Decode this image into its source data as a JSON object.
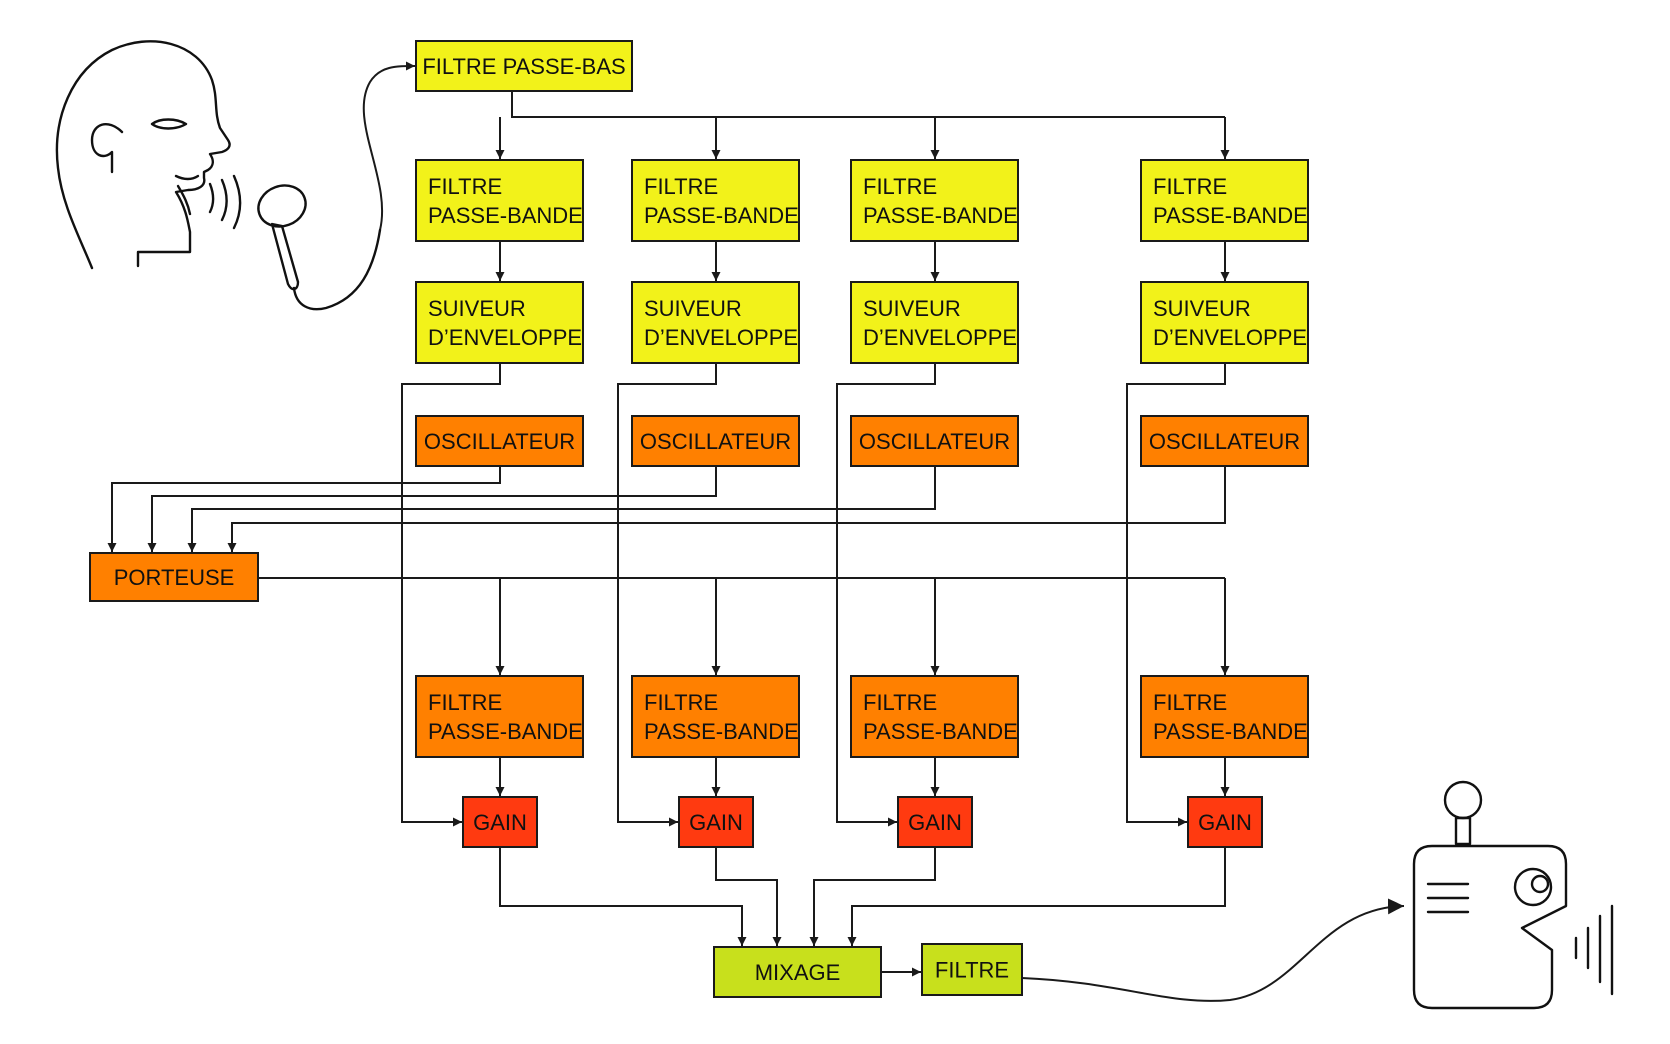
{
  "colors": {
    "yellow": "#f2f21a",
    "orange": "#ff8000",
    "red": "#ff3a10",
    "green": "#c8e01c",
    "line": "#1a1a1a"
  },
  "labels": {
    "lowpass": "FILTRE PASSE-BAS",
    "bandpass_l1": "FILTRE",
    "bandpass_l2": "PASSE-BANDE",
    "envelope_l1": "SUIVEUR",
    "envelope_l2": "D’ENVELOPPE",
    "oscillator": "OSCILLATEUR",
    "carrier": "PORTEUSE",
    "gain": "GAIN",
    "mix": "MIXAGE",
    "filter": "FILTRE",
    "ellipsis": "....."
  },
  "icons": {
    "speaker": "head-speaking-icon",
    "microphone": "microphone-icon",
    "robot": "robot-icon"
  },
  "channels": [
    {
      "id": "1"
    },
    {
      "id": "2"
    },
    {
      "id": "3"
    },
    {
      "id": "n"
    }
  ]
}
